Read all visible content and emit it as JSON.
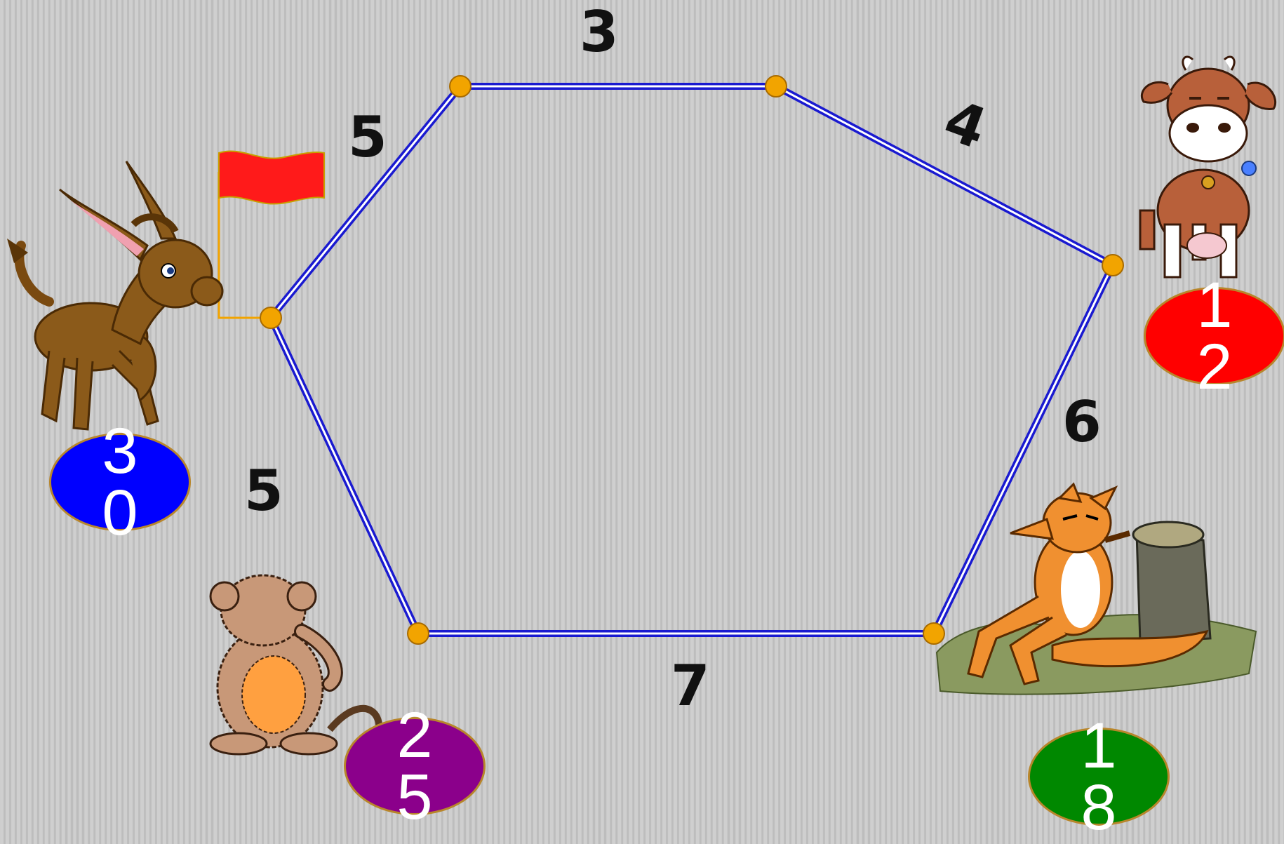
{
  "edges": {
    "top": "3",
    "upper_right": "4",
    "upper_left": "5",
    "lower_left": "5",
    "right": "6",
    "bottom": "7"
  },
  "badges": {
    "donkey": "30",
    "cow": "12",
    "fox": "18",
    "monkey": "25"
  },
  "colors": {
    "path": "#2a2ad8",
    "node": "#f2a400",
    "flag": "#ff1a1a",
    "badge_donkey": "#0000ff",
    "badge_cow": "#ff0000",
    "badge_fox": "#008800",
    "badge_monkey": "#8b008b"
  }
}
